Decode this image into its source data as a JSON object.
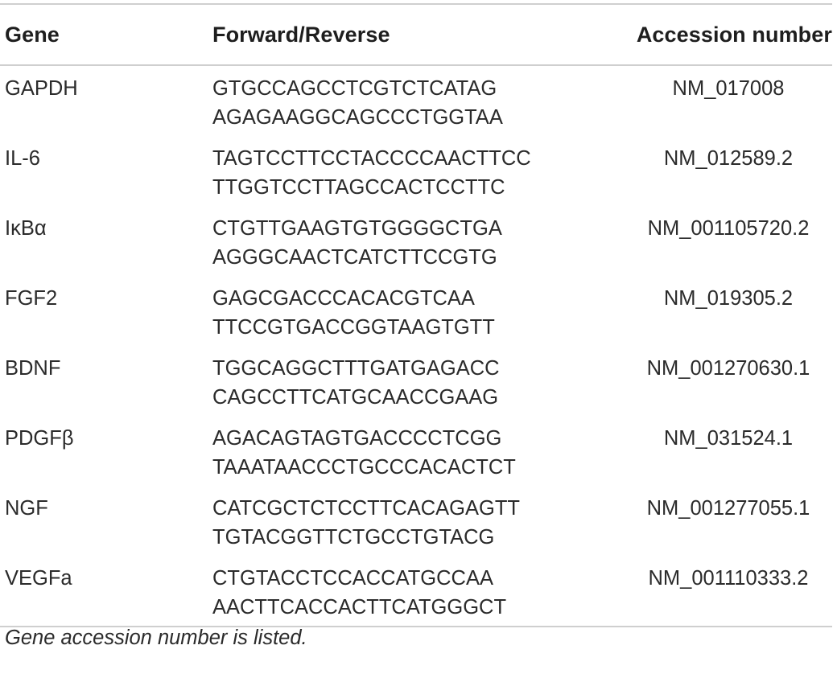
{
  "table": {
    "headers": {
      "gene": "Gene",
      "sequence": "Forward/Reverse",
      "accession": "Accession number"
    },
    "rows": [
      {
        "gene": "GAPDH",
        "forward": "GTGCCAGCCTCGTCTCATAG",
        "reverse": "AGAGAAGGCAGCCCTGGTAA",
        "accession": "NM_017008"
      },
      {
        "gene": "IL-6",
        "forward": "TAGTCCTTCCTACCCCAACTTCC",
        "reverse": "TTGGTCCTTAGCCACTCCTTC",
        "accession": "NM_012589.2"
      },
      {
        "gene": "IκBα",
        "forward": "CTGTTGAAGTGTGGGGCTGA",
        "reverse": "AGGGCAACTCATCTTCCGTG",
        "accession": "NM_001105720.2"
      },
      {
        "gene": "FGF2",
        "forward": "GAGCGACCCACACGTCAA",
        "reverse": "TTCCGTGACCGGTAAGTGTT",
        "accession": "NM_019305.2"
      },
      {
        "gene": "BDNF",
        "forward": "TGGCAGGCTTTGATGAGACC",
        "reverse": "CAGCCTTCATGCAACCGAAG",
        "accession": "NM_001270630.1"
      },
      {
        "gene": "PDGFβ",
        "forward": "AGACAGTAGTGACCCCTCGG",
        "reverse": "TAAATAACCCTGCCCACACTCT",
        "accession": "NM_031524.1"
      },
      {
        "gene": "NGF",
        "forward": "CATCGCTCTCCTTCACAGAGTT",
        "reverse": "TGTACGGTTCTGCCTGTACG",
        "accession": "NM_001277055.1"
      },
      {
        "gene": "VEGFa",
        "forward": "CTGTACCTCCACCATGCCAA",
        "reverse": "AACTTCACCACTTCATGGGCT",
        "accession": "NM_001110333.2"
      }
    ]
  },
  "footnote": "Gene accession number is listed."
}
